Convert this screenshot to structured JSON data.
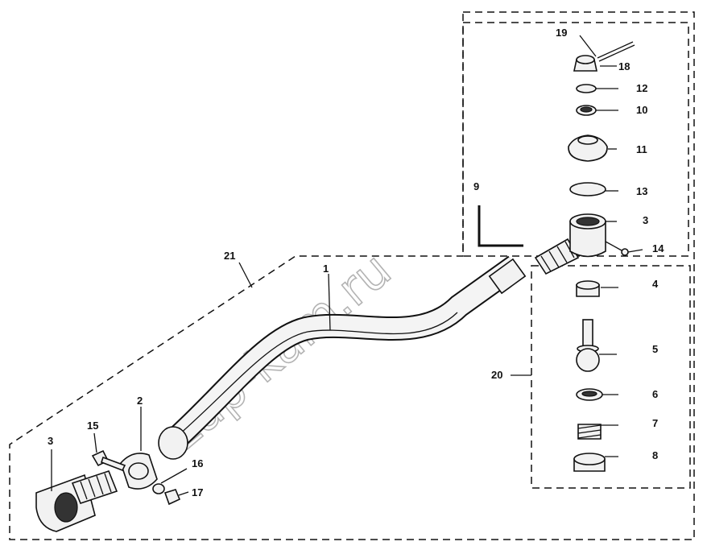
{
  "callouts": {
    "c1": "1",
    "c2": "2",
    "c3a": "3",
    "c3b": "3",
    "c4": "4",
    "c5": "5",
    "c6": "6",
    "c7": "7",
    "c8": "8",
    "c9": "9",
    "c10": "10",
    "c11": "11",
    "c12": "12",
    "c13": "13",
    "c14": "14",
    "c15": "15",
    "c16": "16",
    "c17": "17",
    "c18": "18",
    "c19": "19",
    "c20": "20",
    "c21": "21"
  },
  "watermark": "zap-kam.ru"
}
